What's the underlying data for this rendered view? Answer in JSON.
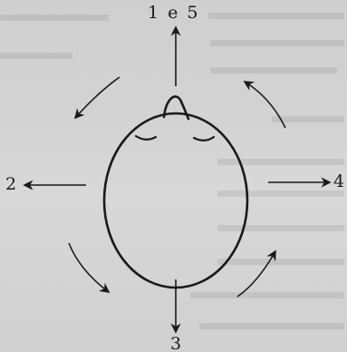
{
  "labels": {
    "top": "1 e 5",
    "left": "2",
    "right": "4",
    "bottom": "3"
  },
  "colors": {
    "ink": "#1a1a1a",
    "paper": "#d3d3d3"
  }
}
